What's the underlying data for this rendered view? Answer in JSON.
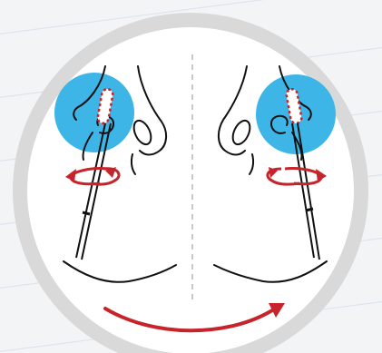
{
  "illustration": {
    "kind": "nasal swab instruction",
    "views": [
      {
        "side": "left",
        "rotation_direction": "both"
      },
      {
        "side": "right",
        "rotation_direction": "both"
      }
    ],
    "colors": {
      "background": "#f3f4f6",
      "background_lines": "#dde4ee",
      "circle_frame": "#d9d9d9",
      "circle_fill": "#ffffff",
      "nostril_highlight": "#3db6e7",
      "line_art": "#111111",
      "arrow": "#c7232a",
      "swab_tip_outline": "#c7232a",
      "divider": "#b6b6b6"
    }
  }
}
